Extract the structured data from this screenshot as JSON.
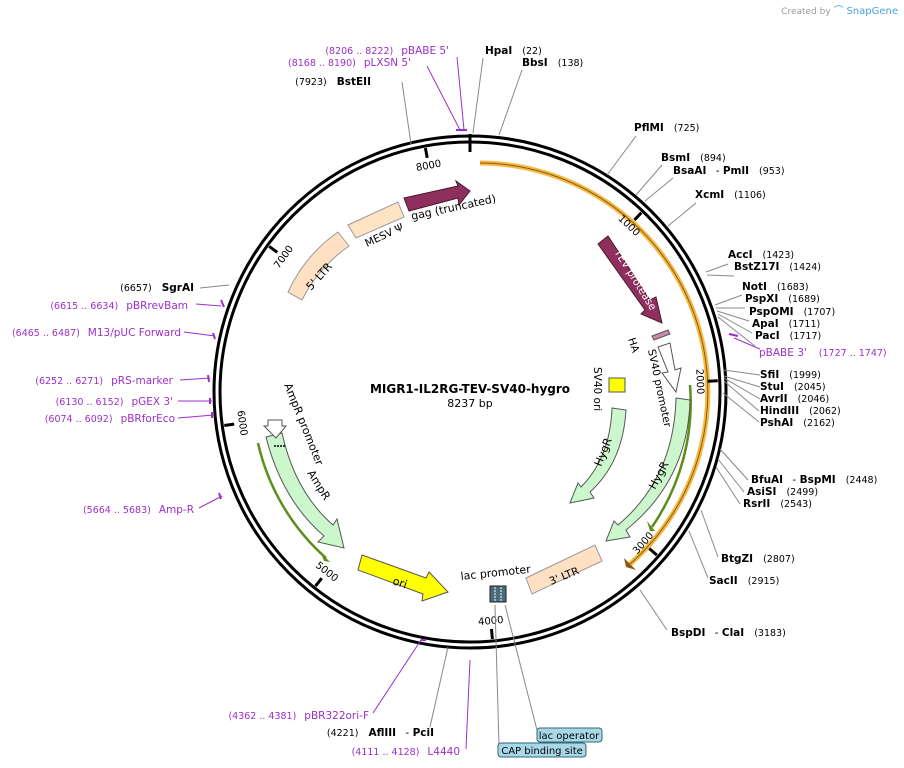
{
  "credit": {
    "prefix": "Created by",
    "brand": "SnapGene"
  },
  "plasmid": {
    "name": "MIGR1-IL2RG-TEV-SV40-hygro",
    "size_label": "8237 bp",
    "length": 8237
  },
  "ticks": [
    {
      "pos": 1000,
      "label": "1000"
    },
    {
      "pos": 2000,
      "label": "2000"
    },
    {
      "pos": 3000,
      "label": "3000"
    },
    {
      "pos": 4000,
      "label": "4000"
    },
    {
      "pos": 5000,
      "label": "5000"
    },
    {
      "pos": 6000,
      "label": "6000"
    },
    {
      "pos": 7000,
      "label": "7000"
    },
    {
      "pos": 8000,
      "label": "8000"
    }
  ],
  "enzymes": [
    {
      "pos": 22,
      "name": "HpaI",
      "loc": "(22)"
    },
    {
      "pos": 138,
      "name": "BbsI",
      "loc": "(138)"
    },
    {
      "pos": 725,
      "name": "PflMI",
      "loc": "(725)"
    },
    {
      "pos": 894,
      "name": "BsmI",
      "loc": "(894)"
    },
    {
      "pos": 953,
      "name": "BsaAI",
      "name2": "PmlI",
      "loc": "(953)"
    },
    {
      "pos": 1106,
      "name": "XcmI",
      "loc": "(1106)"
    },
    {
      "pos": 1423,
      "name": "AccI",
      "loc": "(1423)"
    },
    {
      "pos": 1424,
      "name": "BstZ17I",
      "loc": "(1424)"
    },
    {
      "pos": 1683,
      "name": "NotI",
      "loc": "(1683)"
    },
    {
      "pos": 1689,
      "name": "PspXI",
      "loc": "(1689)"
    },
    {
      "pos": 1707,
      "name": "PspOMI",
      "loc": "(1707)"
    },
    {
      "pos": 1711,
      "name": "ApaI",
      "loc": "(1711)"
    },
    {
      "pos": 1717,
      "name": "PacI",
      "loc": "(1717)"
    },
    {
      "pos": 1999,
      "name": "SfiI",
      "loc": "(1999)"
    },
    {
      "pos": 2045,
      "name": "StuI",
      "loc": "(2045)"
    },
    {
      "pos": 2046,
      "name": "AvrII",
      "loc": "(2046)"
    },
    {
      "pos": 2062,
      "name": "HindIII",
      "loc": "(2062)"
    },
    {
      "pos": 2162,
      "name": "PshAI",
      "loc": "(2162)"
    },
    {
      "pos": 2448,
      "name": "BfuAI",
      "name2": "BspMI",
      "loc": "(2448)"
    },
    {
      "pos": 2499,
      "name": "AsiSI",
      "loc": "(2499)"
    },
    {
      "pos": 2543,
      "name": "RsrII",
      "loc": "(2543)"
    },
    {
      "pos": 2807,
      "name": "BtgZI",
      "loc": "(2807)"
    },
    {
      "pos": 2915,
      "name": "SacII",
      "loc": "(2915)"
    },
    {
      "pos": 3183,
      "name": "BspDI",
      "name2": "ClaI",
      "loc": "(3183)"
    },
    {
      "pos": 4221,
      "name": "AflIII",
      "name2": "PciI",
      "loc": "(4221)"
    },
    {
      "pos": 6657,
      "name": "SgrAI",
      "loc": "(6657)"
    },
    {
      "pos": 7923,
      "name": "BstEII",
      "loc": "(7923)"
    }
  ],
  "primers": [
    {
      "start": 8206,
      "end": 8222,
      "name": "pBABE 5'",
      "range": "(8206 .. 8222)"
    },
    {
      "start": 8168,
      "end": 8190,
      "name": "pLXSN 5'",
      "range": "(8168 .. 8190)"
    },
    {
      "start": 1727,
      "end": 1747,
      "name": "pBABE 3'",
      "range": "(1727 .. 1747)"
    },
    {
      "start": 6615,
      "end": 6634,
      "name": "pBRrevBam",
      "range": "(6615 .. 6634)"
    },
    {
      "start": 6465,
      "end": 6487,
      "name": "M13/pUC Forward",
      "range": "(6465 .. 6487)"
    },
    {
      "start": 6252,
      "end": 6271,
      "name": "pRS-marker",
      "range": "(6252 .. 6271)"
    },
    {
      "start": 6130,
      "end": 6152,
      "name": "pGEX 3'",
      "range": "(6130 .. 6152)"
    },
    {
      "start": 6074,
      "end": 6092,
      "name": "pBRforEco",
      "range": "(6074 .. 6092)"
    },
    {
      "start": 5664,
      "end": 5683,
      "name": "Amp-R",
      "range": "(5664 .. 5683)"
    },
    {
      "start": 4362,
      "end": 4381,
      "name": "pBR322ori-F",
      "range": "(4362 .. 4381)"
    },
    {
      "start": 4111,
      "end": 4128,
      "name": "L4440",
      "range": "(4111 .. 4128)"
    }
  ],
  "features": [
    {
      "name": "gag (truncated)",
      "color": "#8f2f5e"
    },
    {
      "name": "MESV Ψ",
      "color": "#ffe4c4"
    },
    {
      "name": "5' LTR",
      "color": "#ffe0c2"
    },
    {
      "name": "TEV protease",
      "color": "#8f2f5e"
    },
    {
      "name": "HA",
      "color": "#cc88aa"
    },
    {
      "name": "SV40 promoter",
      "color": "#ffffff"
    },
    {
      "name": "SV40 ori",
      "color": "#ffff00"
    },
    {
      "name": "HygR",
      "color": "#ccf7cc"
    },
    {
      "name": "HygR",
      "color": "#ccf7cc"
    },
    {
      "name": "3' LTR",
      "color": "#ffe0c2"
    },
    {
      "name": "lac promoter",
      "color": "#ffffff"
    },
    {
      "name": "ori",
      "color": "#ffff00"
    },
    {
      "name": "AmpR",
      "color": "#ccf7cc"
    },
    {
      "name": "AmpR promoter",
      "color": "#ffffff"
    }
  ],
  "boxed_labels": [
    {
      "name": "lac operator",
      "color": "#a8d8e8"
    },
    {
      "name": "CAP binding site",
      "color": "#a8d8e8"
    }
  ],
  "colors": {
    "primer": "#9b30c8",
    "enzyme_line": "#888888",
    "orf": "#f5b942",
    "orf_green": "#5a8f1a",
    "backbone": "#000000"
  }
}
